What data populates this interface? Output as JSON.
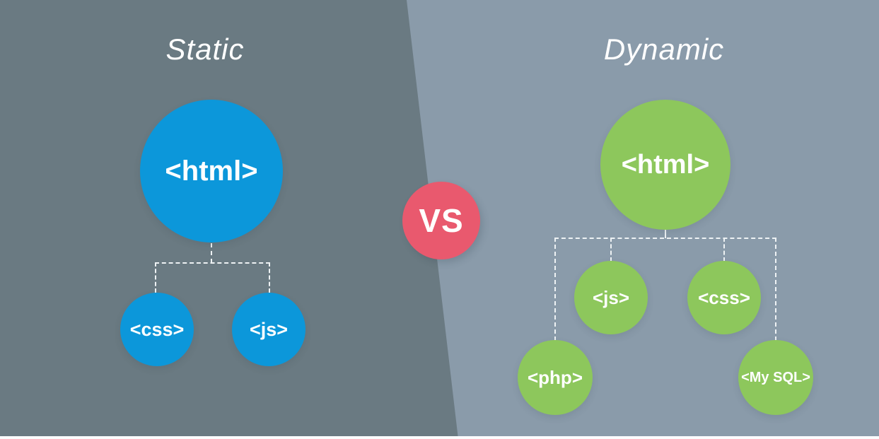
{
  "comparison": {
    "left": {
      "title": "Static",
      "root_label": "<html>",
      "children": [
        "<css>",
        "<js>"
      ]
    },
    "right": {
      "title": "Dynamic",
      "root_label": "<html>",
      "children": [
        "<js>",
        "<css>",
        "<php>",
        "<My SQL>"
      ]
    },
    "vs_label": "VS"
  },
  "colors": {
    "left_bg": "#6a7a82",
    "right_bg": "#8a9baa",
    "static_node": "#0c97da",
    "dynamic_node": "#8dc75c",
    "vs_badge": "#e9596e",
    "text": "#ffffff",
    "connector": "#eef2f4"
  }
}
